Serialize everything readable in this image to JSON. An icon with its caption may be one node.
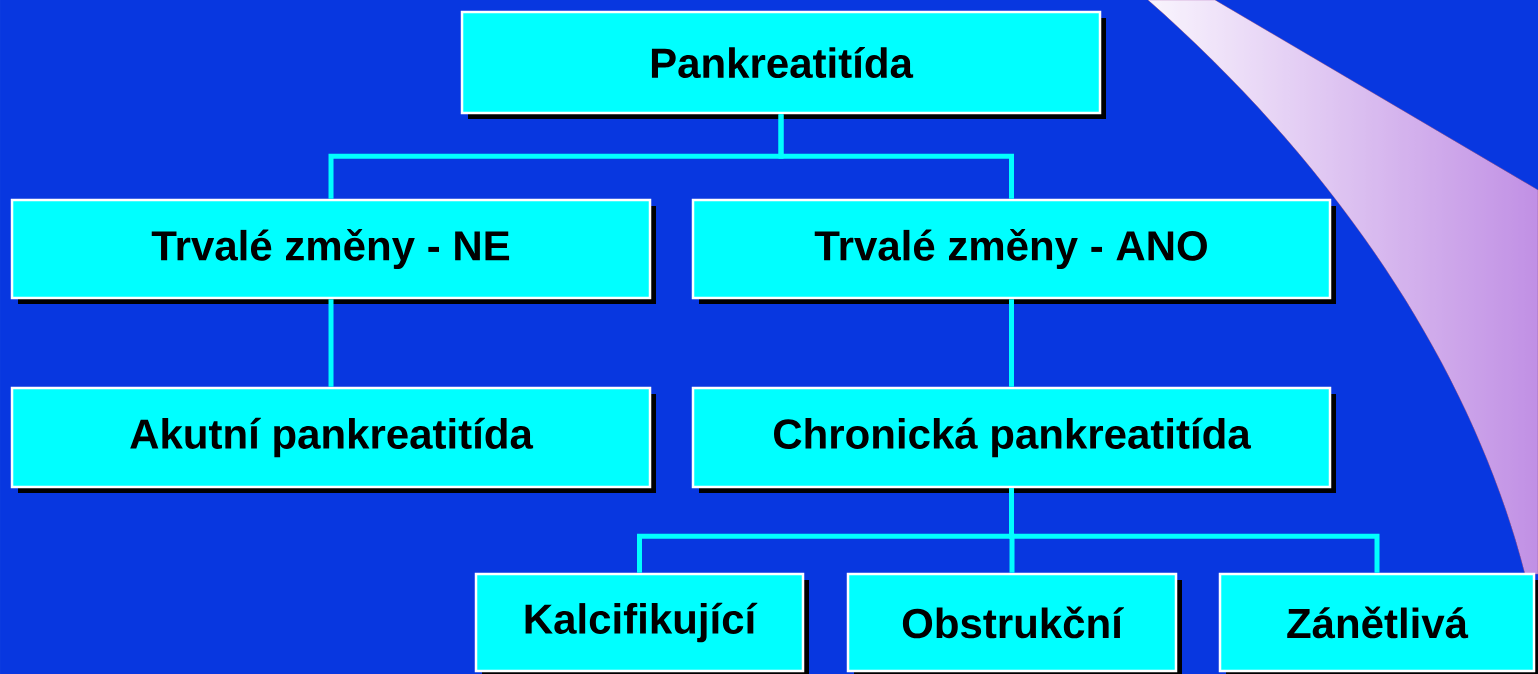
{
  "diagram": {
    "nodes": [
      {
        "text": [
          "Pankreatitída"
        ]
      },
      {
        "text": [
          "Trvalé změny - NE"
        ]
      },
      {
        "text": [
          "Trvalé změny - ANO"
        ]
      },
      {
        "text": [
          "Akutní pankreatitída"
        ]
      },
      {
        "text": [
          "Chronická pankreatitída"
        ]
      },
      {
        "text": [
          "Kalcifikující"
        ]
      },
      {
        "text": [
          "Obstrukční"
        ]
      },
      {
        "text": [
          "Zánětlivá"
        ]
      }
    ],
    "edges": [
      {
        "from": 0,
        "to": 1,
        "arrow": "none"
      },
      {
        "from": 0,
        "to": 2,
        "arrow": "none"
      },
      {
        "from": 1,
        "to": 3,
        "arrow": "none"
      },
      {
        "from": 2,
        "to": 4,
        "arrow": "none"
      },
      {
        "from": 4,
        "to": 5,
        "arrow": "none"
      },
      {
        "from": 4,
        "to": 6,
        "arrow": "none"
      },
      {
        "from": 4,
        "to": 7,
        "arrow": "none"
      }
    ]
  }
}
